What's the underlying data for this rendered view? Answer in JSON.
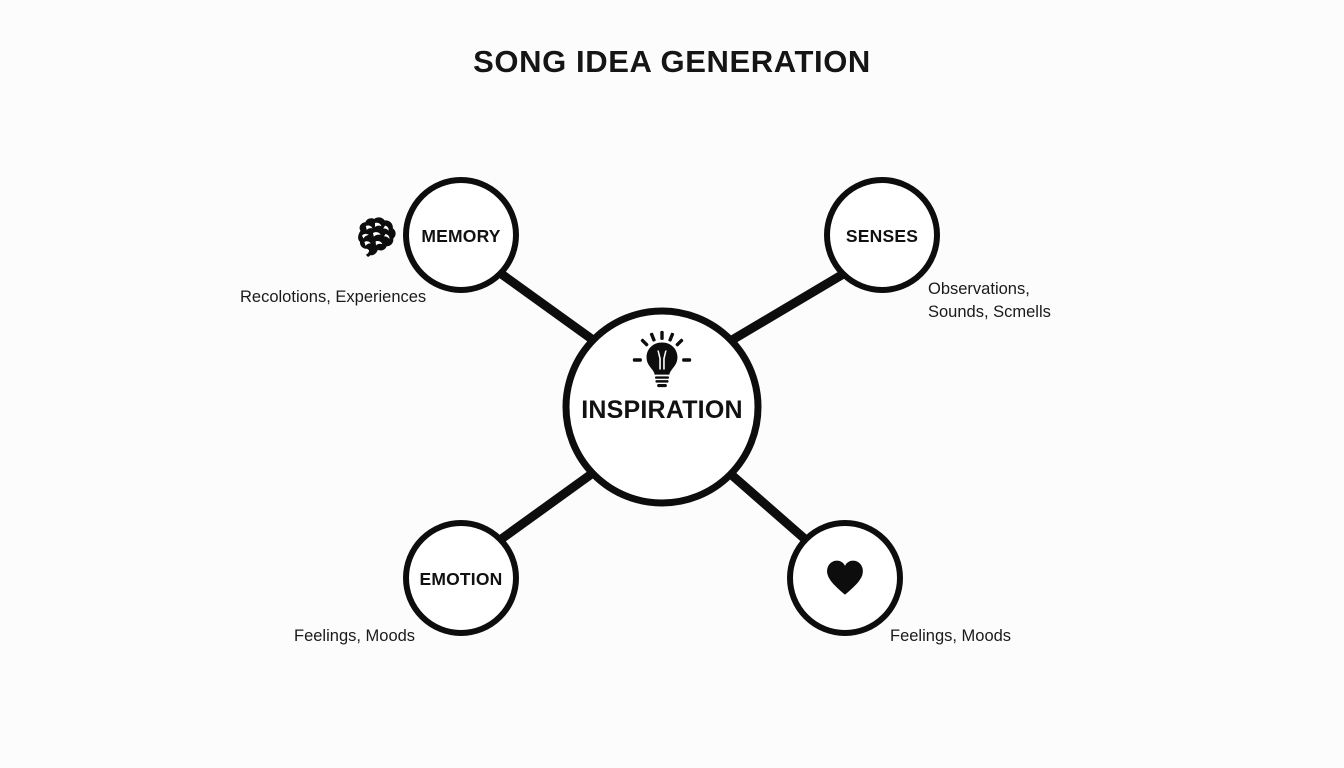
{
  "page": {
    "title": "SONG IDEA GENERATION",
    "background_color": "#fcfcfc",
    "ink_color": "#0d0d0d"
  },
  "diagram": {
    "type": "mind-map",
    "center": {
      "id": "inspiration",
      "label": "INSPIRATION",
      "icon": "lightbulb-icon",
      "caption": ""
    },
    "nodes": [
      {
        "id": "memory",
        "label": "MEMORY",
        "icon": "brain-icon",
        "caption": "Recolotions, Experiences",
        "caption_lines": [
          "Recolotions, Experiences"
        ],
        "position": "top-left"
      },
      {
        "id": "senses",
        "label": "SENSES",
        "icon": "",
        "caption": "Observations, Sounds, Scmells",
        "caption_lines": [
          "Observations,",
          "Sounds, Scmells"
        ],
        "position": "top-right"
      },
      {
        "id": "emotion",
        "label": "EMOTION",
        "icon": "",
        "caption": "Feelings, Moods",
        "caption_lines": [
          "Feelings, Moods"
        ],
        "position": "bottom-left"
      },
      {
        "id": "heart",
        "label": "",
        "icon": "heart-icon",
        "caption": "Feelings, Moods",
        "caption_lines": [
          "Feelings, Moods"
        ],
        "position": "bottom-right"
      }
    ]
  }
}
